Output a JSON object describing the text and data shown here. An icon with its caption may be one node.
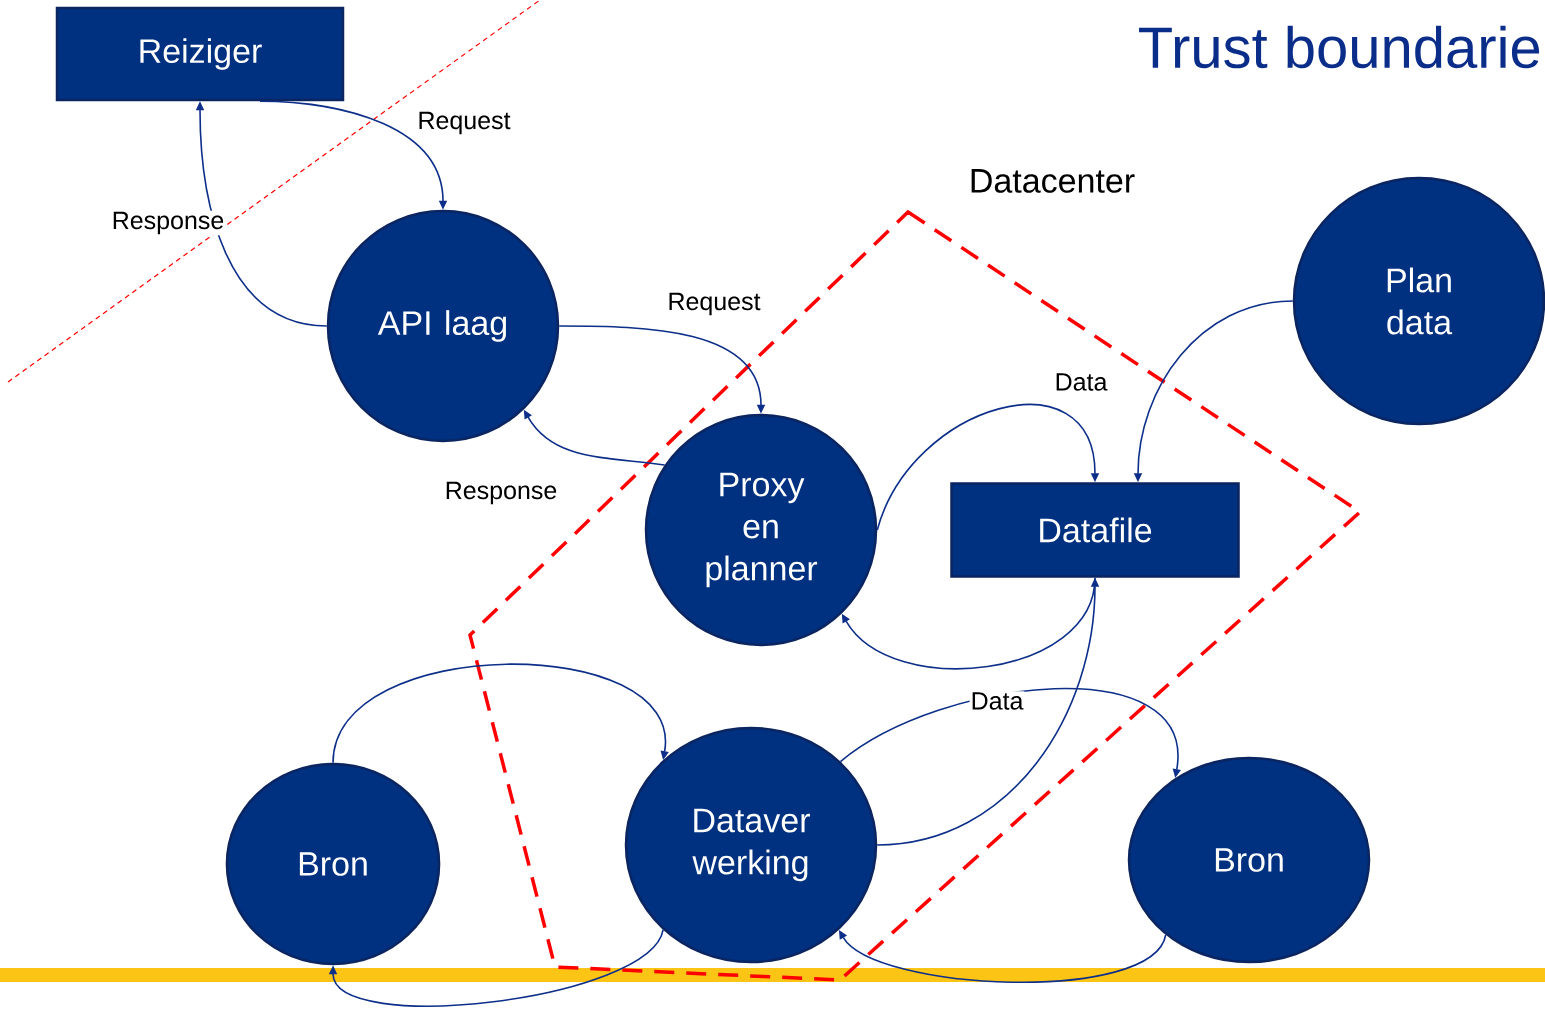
{
  "diagram": {
    "title": "Trust boundarie",
    "nodes": [
      {
        "text": [
          "Reiziger"
        ]
      },
      {
        "text": [
          "API laag"
        ]
      },
      {
        "text": [
          "Proxy en planner"
        ]
      },
      {
        "text": [
          "Plan data"
        ]
      },
      {
        "text": [
          "Datafile"
        ]
      },
      {
        "text": [
          "Bron"
        ]
      },
      {
        "text": [
          "Dataver werking"
        ]
      },
      {
        "text": [
          "Bron"
        ]
      }
    ],
    "edges": [
      {
        "from": 0,
        "to": 1,
        "arrow": "to",
        "label": "Request"
      },
      {
        "from": 1,
        "to": 0,
        "arrow": "to",
        "label": "Response"
      },
      {
        "from": 1,
        "to": 2,
        "arrow": "to",
        "label": "Request"
      },
      {
        "from": 2,
        "to": 1,
        "arrow": "to",
        "label": "Response"
      },
      {
        "from": 2,
        "to": 4,
        "arrow": "to",
        "label": "Data"
      },
      {
        "from": 3,
        "to": 4,
        "arrow": "to"
      },
      {
        "from": 4,
        "to": 2,
        "arrow": "to"
      },
      {
        "from": 5,
        "to": 6,
        "arrow": "to"
      },
      {
        "from": 6,
        "to": 7,
        "arrow": "to",
        "label": "Data"
      },
      {
        "from": 6,
        "to": 4,
        "arrow": "to"
      },
      {
        "from": 6,
        "to": 5,
        "arrow": "to"
      },
      {
        "from": 7,
        "to": 6,
        "arrow": "to"
      }
    ],
    "labels": [
      "Datacenter"
    ]
  }
}
